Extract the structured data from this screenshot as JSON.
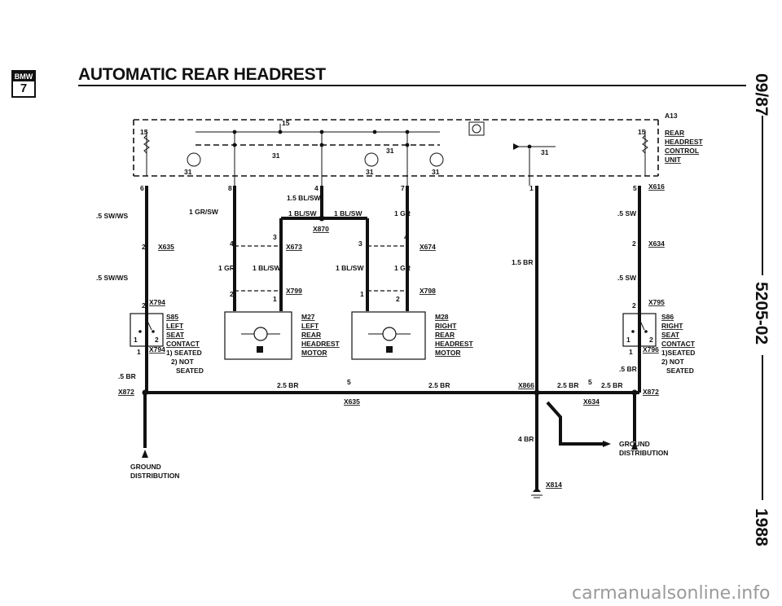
{
  "header": {
    "logo_top": "BMW",
    "logo_bottom": "7",
    "title": "AUTOMATIC REAR HEADREST"
  },
  "side_labels": {
    "date": "09/87",
    "code": "5205-02",
    "year": "1988"
  },
  "control_unit": {
    "id": "A13",
    "name_lines": [
      "REAR",
      "HEADREST",
      "CONTROL",
      "UNIT"
    ],
    "top_pin": "15",
    "left_pin": "15",
    "right_pin": "15",
    "ground_labels": [
      "31",
      "31",
      "31",
      "31",
      "31",
      "31"
    ]
  },
  "pins": {
    "p6": "6",
    "p8": "8",
    "p4": "4",
    "p7": "7",
    "p1": "1",
    "p5": "5"
  },
  "wires": {
    "left_sw_ws_1": ".5 SW/WS",
    "left_sw_ws_2": ".5 SW/WS",
    "gr_sw": "1 GR/SW",
    "bl_sw_center": "1.5 BL/SW",
    "bl_sw_a": "1 BL/SW",
    "bl_sw_b": "1 BL/SW",
    "gr_top": "1 GR",
    "gr_left": "1 GR",
    "bl_sw_left": "1 BL/SW",
    "bl_sw_right": "1 BL/SW",
    "gr_right": "1 GR",
    "sw_right_1": ".5 SW",
    "sw_right_2": ".5 SW",
    "br_center": "1.5 BR",
    "br_left": ".5 BR",
    "br_right": ".5 BR",
    "br_bus_left": "2.5 BR",
    "br_bus_mid": "2.5 BR",
    "br_bus_r1": "2.5 BR",
    "br_bus_r2": "2.5 BR",
    "br_down": "4 BR"
  },
  "connectors": {
    "x616": "X616",
    "x870": "X870",
    "x635_top": "X635",
    "x673": "X673",
    "x674": "X674",
    "x634_top": "X634",
    "x799": "X799",
    "x798": "X798",
    "x794_top": "X794",
    "x794_bot": "X794",
    "x795": "X795",
    "x796": "X796",
    "x872_left": "X872",
    "x872_right": "X872",
    "x635_bot": "X635",
    "x634_bot": "X634",
    "x866": "X866",
    "x814": "X814"
  },
  "connector_pins": {
    "x635": "2",
    "x673_a": "4",
    "x673_b": "3",
    "x674_a": "3",
    "x674_b": "4",
    "x634": "2",
    "x799_a": "2",
    "x799_b": "1",
    "x798_a": "1",
    "x798_b": "2",
    "x794": "2",
    "x795": "2",
    "x794_b": "1",
    "x796": "1",
    "bus_5a": "5",
    "bus_5b": "5",
    "s85_1": "1",
    "s85_2": "2",
    "s86_1": "1",
    "s86_2": "2"
  },
  "components": {
    "s85": {
      "id": "S85",
      "lines": [
        "LEFT",
        "SEAT",
        "CONTACT"
      ],
      "notes": [
        "1) SEATED",
        "2) NOT",
        "SEATED"
      ]
    },
    "s86": {
      "id": "S86",
      "lines": [
        "RIGHT",
        "SEAT",
        "CONTACT"
      ],
      "notes": [
        "1)SEATED",
        "2) NOT",
        "SEATED"
      ]
    },
    "m27": {
      "id": "M27",
      "lines": [
        "LEFT",
        "REAR",
        "HEADREST",
        "MOTOR"
      ]
    },
    "m28": {
      "id": "M28",
      "lines": [
        "RIGHT",
        "REAR",
        "HEADREST",
        "MOTOR"
      ]
    }
  },
  "grounds": {
    "left": [
      "GROUND",
      "DISTRIBUTION"
    ],
    "right": [
      "GROUND",
      "DISTRIBUTION"
    ]
  },
  "footer": "carmanualsonline.info"
}
